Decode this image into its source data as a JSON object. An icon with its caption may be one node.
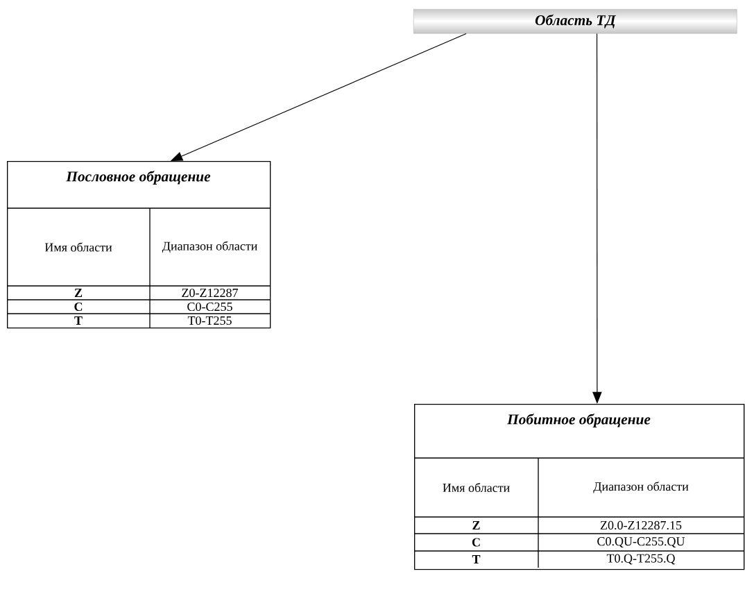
{
  "diagram": {
    "nodes": [
      {
        "text": [
          "Область ТД"
        ]
      },
      {
        "text": [
          "Пословное обращение"
        ]
      },
      {
        "text": [
          "Побитное обращение"
        ]
      }
    ],
    "edges": [
      {
        "from": 0,
        "to": 1,
        "arrow": "to"
      },
      {
        "from": 0,
        "to": 2,
        "arrow": "to"
      }
    ],
    "labels": [
      "Имя области",
      "Диапазон области",
      "Z",
      "Z0-Z12287",
      "C",
      "C0-C255",
      "T",
      "T0-T255",
      "Имя области",
      "Диапазон области",
      "Z",
      "Z0.0-Z12287.15",
      "C",
      "C0.QU-C255.QU",
      "T",
      "T0.Q-T255.Q"
    ]
  }
}
